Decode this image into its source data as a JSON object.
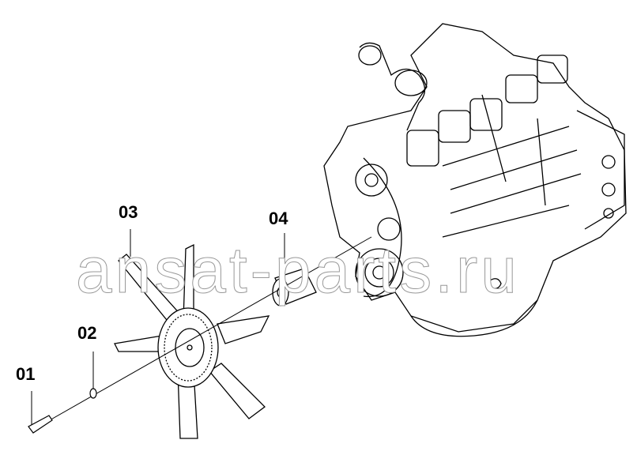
{
  "title": "Fan drive exploded parts diagram",
  "callouts": [
    {
      "id": "01",
      "part": "bolt"
    },
    {
      "id": "02",
      "part": "washer"
    },
    {
      "id": "03",
      "part": "fan"
    },
    {
      "id": "04",
      "part": "spacer"
    }
  ],
  "watermark": "ansat-parts.ru",
  "colors": {
    "line": "#000000",
    "watermark_outline": "#999999"
  }
}
